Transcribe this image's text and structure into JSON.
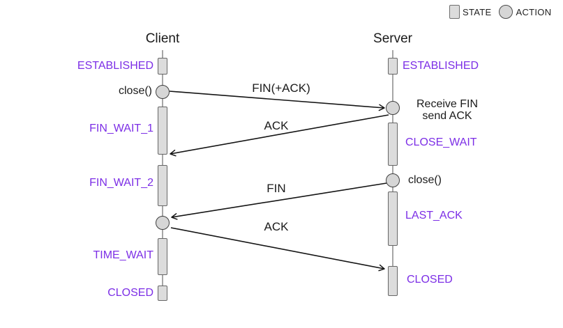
{
  "legend": {
    "items": [
      {
        "icon": "state-square-icon",
        "label": "STATE"
      },
      {
        "icon": "action-circle-icon",
        "label": "ACTION"
      }
    ]
  },
  "colors": {
    "state_label_purple": "#7c2ee6",
    "shape_fill": "#dcdcdc",
    "shape_border": "#666666",
    "arrow_black": "#141414",
    "lifeline_gray": "#8f8f8f"
  },
  "actors": {
    "client": {
      "title": "Client",
      "states": [
        "ESTABLISHED",
        "FIN_WAIT_1",
        "FIN_WAIT_2",
        "TIME_WAIT",
        "CLOSED"
      ],
      "actions": [
        "close()"
      ]
    },
    "server": {
      "title": "Server",
      "states": [
        "ESTABLISHED",
        "CLOSE_WAIT",
        "LAST_ACK",
        "CLOSED"
      ],
      "actions": [
        [
          "Receive FIN",
          "send ACK"
        ],
        [
          "close()"
        ]
      ]
    }
  },
  "messages": [
    {
      "label": "FIN(+ACK)",
      "from": "Client",
      "to": "Server"
    },
    {
      "label": "ACK",
      "from": "Server",
      "to": "Client"
    },
    {
      "label": "FIN",
      "from": "Server",
      "to": "Client"
    },
    {
      "label": "ACK",
      "from": "Client",
      "to": "Server"
    }
  ]
}
